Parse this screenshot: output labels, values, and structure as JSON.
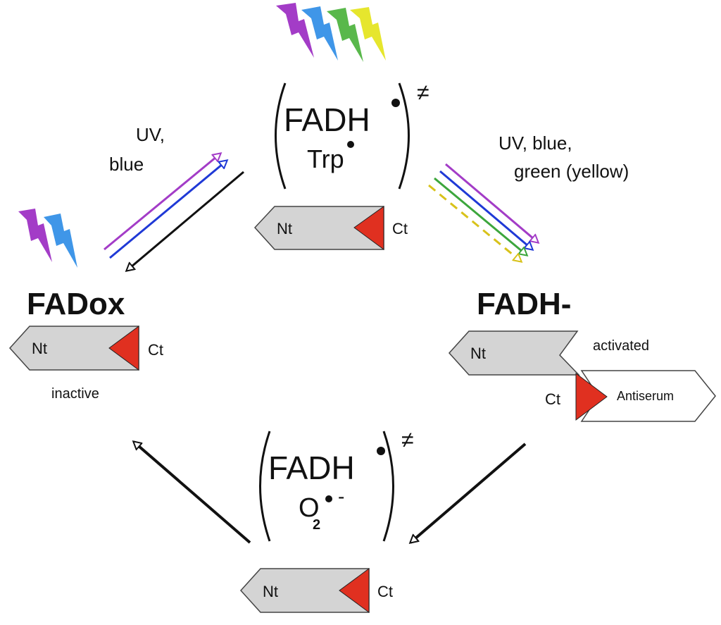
{
  "top_complex": {
    "main": "FADH",
    "sub": "Trp",
    "mark": "≠"
  },
  "bottom_complex": {
    "main": "FADH",
    "sub": "O",
    "sub_index": "2",
    "charge": "-",
    "mark": "≠"
  },
  "states": {
    "oxidized": {
      "label": "FADox",
      "status": "inactive"
    },
    "reduced": {
      "label": "FADH-",
      "status": "activated",
      "antibody": "Antiserum"
    }
  },
  "domains": {
    "n_term": "Nt",
    "c_term": "Ct"
  },
  "light_labels": {
    "left_line1": "UV,",
    "left_line2": "blue",
    "right_line1": "UV, blue,",
    "right_line2": "green (yellow)"
  },
  "colors": {
    "uv": "#a33cc7",
    "blue": "#3f96e8",
    "green": "#59b84b",
    "yellow": "#e6e62d",
    "arrow_blue": "#1f39d6",
    "arrow_green": "#3ca63c",
    "arrow_yellow": "#d8c21a",
    "domain_fill": "#d4d4d4",
    "ct_triangle": "#e03020"
  }
}
